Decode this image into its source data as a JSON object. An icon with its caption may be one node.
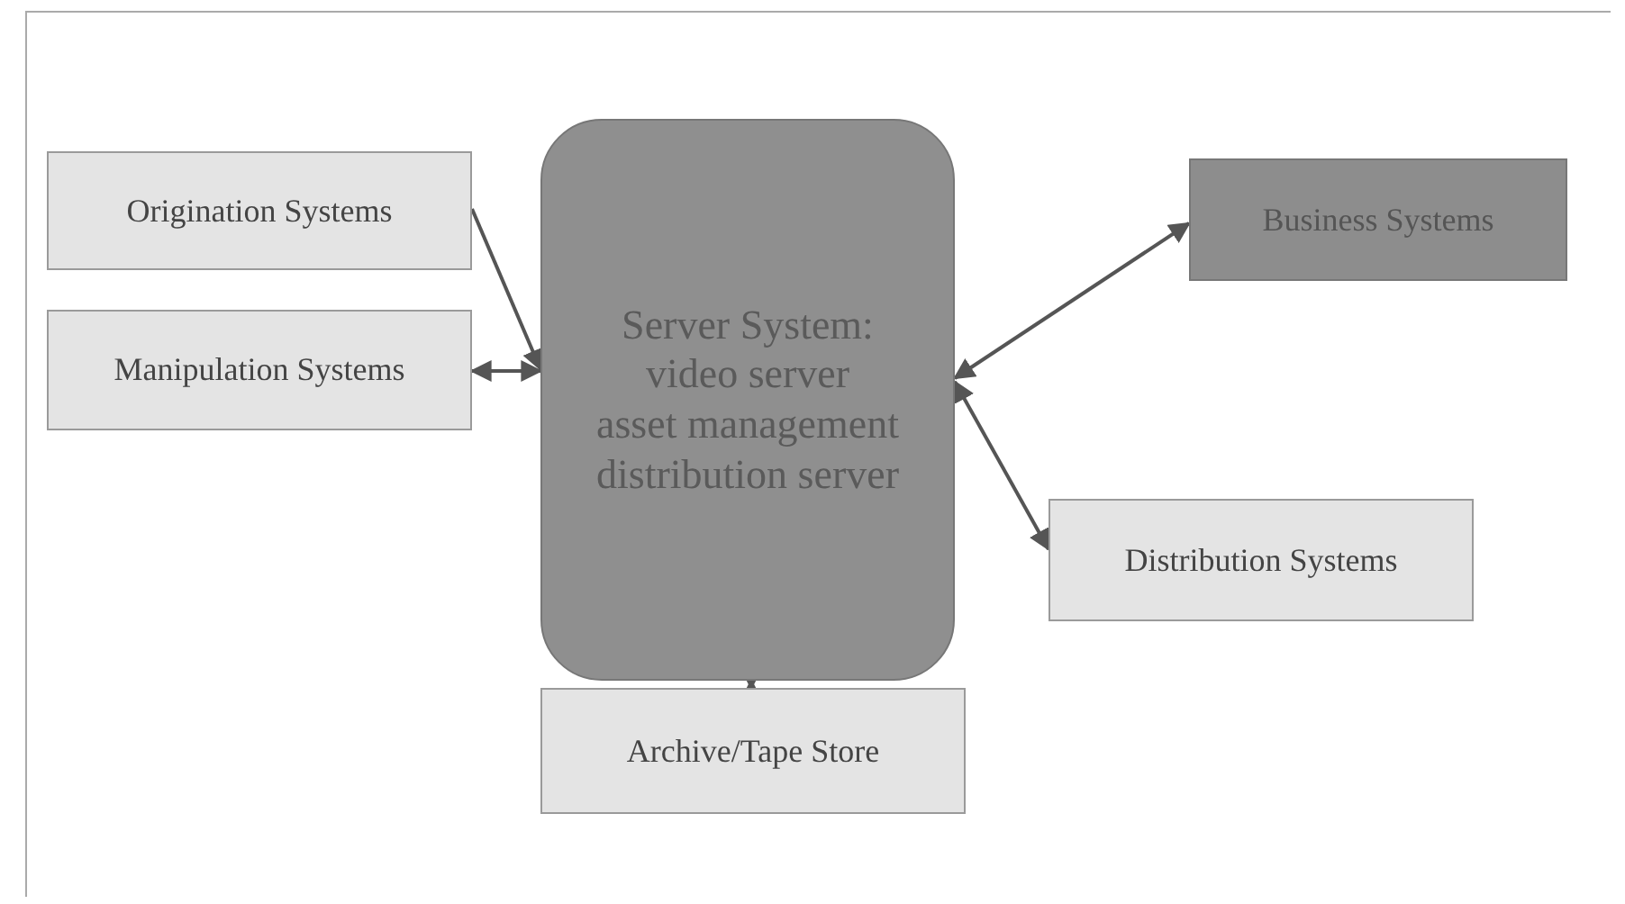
{
  "diagram": {
    "nodes": [
      {
        "text": [
          "Origination Systems"
        ]
      },
      {
        "text": [
          "Manipulation Systems"
        ]
      },
      {
        "text": [
          "Server System:",
          "video server",
          "asset management",
          "distribution server"
        ]
      },
      {
        "text": [
          "Business Systems"
        ]
      },
      {
        "text": [
          "Distribution Systems"
        ]
      },
      {
        "text": [
          "Archive/Tape Store"
        ]
      }
    ],
    "edges": [
      {
        "from": 0,
        "to": 2,
        "arrow": "to"
      },
      {
        "from": 1,
        "to": 2,
        "arrow": "both"
      },
      {
        "from": 2,
        "to": 3,
        "arrow": "both"
      },
      {
        "from": 2,
        "to": 4,
        "arrow": "both"
      },
      {
        "from": 2,
        "to": 5,
        "arrow": "both"
      }
    ]
  }
}
